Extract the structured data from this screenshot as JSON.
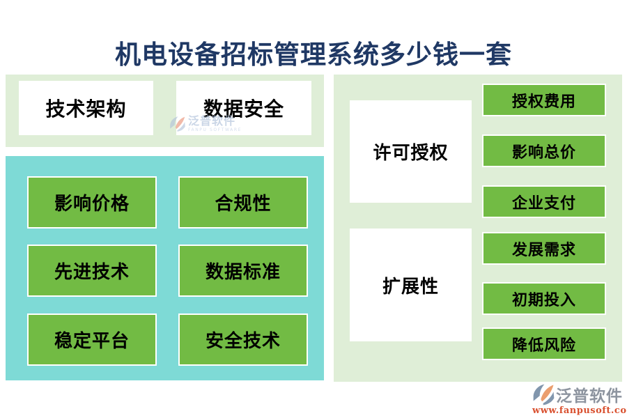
{
  "title": "机电设备招标管理系统多少钱一套",
  "colors": {
    "title_text": "#1f3864",
    "panel_light_green": "#dfeed7",
    "panel_teal": "#7edad6",
    "block_green": "#72bb44",
    "block_border": "#ffffff",
    "block_text": "#000000",
    "watermark_brand_gray": "#8d949f",
    "watermark_url_red": "#d9502f",
    "watermark_light_blue": "#a9bcd8",
    "logo_slate": "#8196ad",
    "logo_salmon": "#eb9e6e"
  },
  "left_panel": {
    "headers": [
      {
        "label": "技术架构"
      },
      {
        "label": "数据安全"
      }
    ],
    "blocks": [
      {
        "label": "影响价格"
      },
      {
        "label": "合规性"
      },
      {
        "label": "先进技术"
      },
      {
        "label": "数据标准"
      },
      {
        "label": "稳定平台"
      },
      {
        "label": "安全技术"
      }
    ]
  },
  "right_panel": {
    "groups": [
      {
        "header": "许可授权",
        "blocks": [
          {
            "label": "授权费用"
          },
          {
            "label": "影响总价"
          },
          {
            "label": "企业支付"
          }
        ]
      },
      {
        "header": "扩展性",
        "blocks": [
          {
            "label": "发展需求"
          },
          {
            "label": "初期投入"
          },
          {
            "label": "降低风险"
          }
        ]
      }
    ]
  },
  "watermarks": {
    "inline": {
      "brand": "泛普软件",
      "subtitle": "FANPU SOFTWARE"
    },
    "footer": {
      "brand": "泛普软件",
      "url": "www.fanpusoft.com"
    }
  }
}
